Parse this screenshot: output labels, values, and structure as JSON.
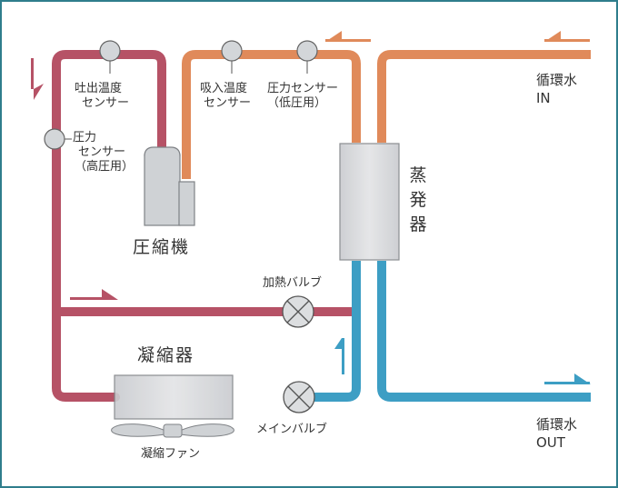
{
  "labels": {
    "discharge_temp_sensor": [
      "吐出温度",
      "センサー"
    ],
    "suction_temp_sensor": [
      "吸入温度",
      "センサー"
    ],
    "pressure_sensor_low": [
      "圧力センサー",
      "（低圧用）"
    ],
    "pressure_sensor_high": [
      "圧力",
      "センサー",
      "（高圧用）"
    ],
    "compressor": "圧縮機",
    "evaporator": [
      "蒸",
      "発",
      "器"
    ],
    "heating_valve": "加熱バルブ",
    "condenser": "凝縮器",
    "main_valve": "メインバルブ",
    "condenser_fan": "凝縮ファン",
    "circulating_water_in": [
      "循環水",
      "IN"
    ],
    "circulating_water_out": [
      "循環水",
      "OUT"
    ]
  },
  "colors": {
    "hot_pipe": "#b65266",
    "warm_pipe": "#e08a5a",
    "cold_pipe": "#3d9ec4",
    "sensor_fill": "#d3d6d9",
    "component_gray": "#cfd2d5",
    "frame": "#2f7d8c"
  }
}
